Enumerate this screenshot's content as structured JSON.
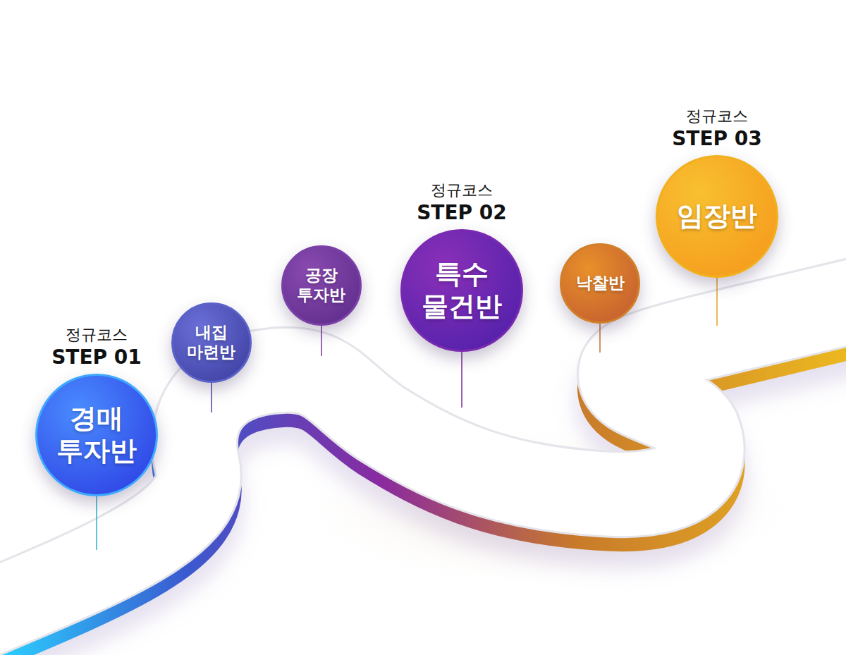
{
  "diagram": {
    "nodes": [
      {
        "text": [
          "정규코스",
          "STEP 01",
          "경매 투자반"
        ]
      },
      {
        "text": [
          "내집 마련반"
        ]
      },
      {
        "text": [
          "공장 투자반"
        ]
      },
      {
        "text": [
          "정규코스",
          "STEP 02",
          "특수 물건반"
        ]
      },
      {
        "text": [
          "낙찰반"
        ]
      },
      {
        "text": [
          "정규코스",
          "STEP 03",
          "임장반"
        ]
      }
    ]
  }
}
